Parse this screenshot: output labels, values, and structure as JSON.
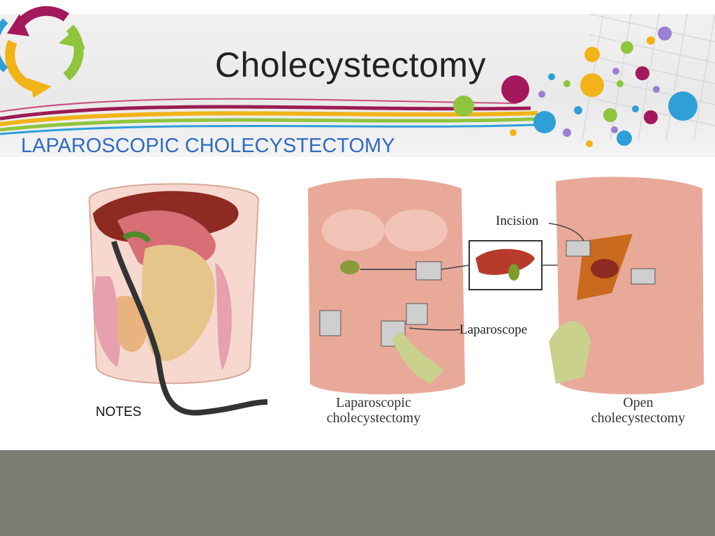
{
  "slide": {
    "title": "Cholecystectomy",
    "subtitle": "LAPAROSCOPIC CHOLECYSTECTOMY",
    "notes_label": "NOTES"
  },
  "figure": {
    "incision_label": "Incision",
    "laparoscope_label": "Laparoscope",
    "caption_laparoscopic_line1": "Laparoscopic",
    "caption_laparoscopic_line2": "cholecystectomy",
    "caption_open_line1": "Open",
    "caption_open_line2": "cholecystectomy"
  },
  "colors": {
    "subtitle": "#2f6bbf",
    "footer": "#7c7e76",
    "skin": "#e9a999",
    "liver": "#b83a2a"
  },
  "icons": [
    "cycle-arrows-logo",
    "abdomen-illustration",
    "surgery-illustration"
  ]
}
